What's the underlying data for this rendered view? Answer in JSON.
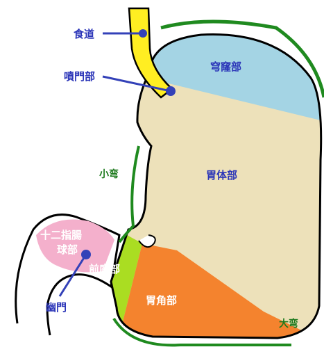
{
  "labels": {
    "esophagus": "食道",
    "cardia": "噴門部",
    "fundus": "穹窿部",
    "body": "胃体部",
    "lesser_curvature": "小弯",
    "duodenum_line1": "十二指腸",
    "duodenum_line2": "球部",
    "antrum": "前庭部",
    "pylorus": "幽門",
    "angular": "胃角部",
    "greater_curvature": "大弯"
  },
  "colors": {
    "esophagus": "#ffee22",
    "fundus": "#a4d4e4",
    "body": "#ede1ba",
    "antrum": "#aadd22",
    "angular": "#f4832e",
    "duodenum": "#f4b0cc",
    "curvature_line": "#1f8a1f",
    "pointer": "#3341b8"
  }
}
